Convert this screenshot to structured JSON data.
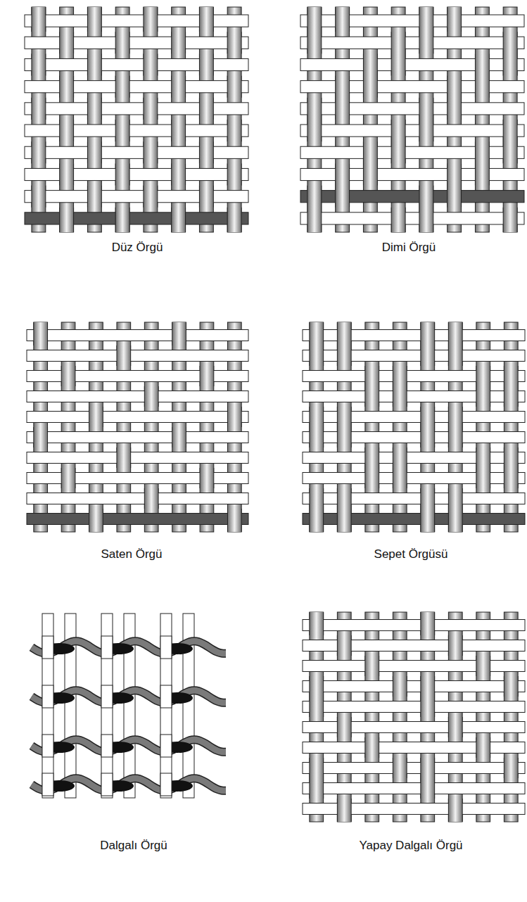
{
  "diagram": {
    "labels": [
      "Düz Örgü",
      "Dimi Örgü",
      "Saten Örgü",
      "Sepet Örgüsü",
      "Dalgalı Örgü",
      "Yapay Dalgalı Örgü"
    ]
  }
}
